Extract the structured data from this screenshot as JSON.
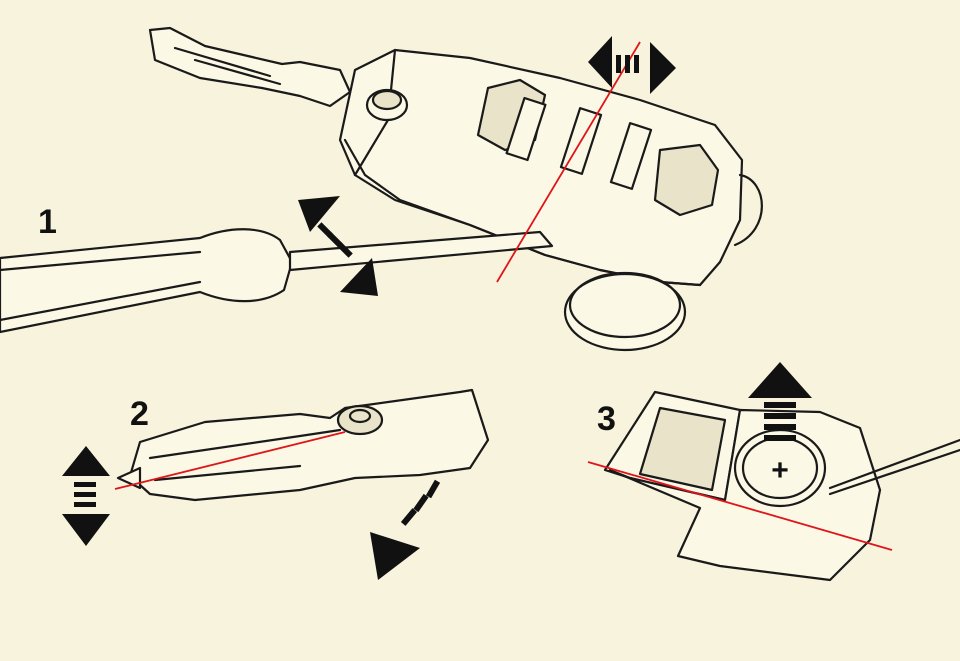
{
  "steps": [
    {
      "label": "1"
    },
    {
      "label": "2"
    },
    {
      "label": "3"
    }
  ],
  "battery_symbol": "+",
  "colors": {
    "background": "#f7f3dc",
    "line": "#1a1a1a",
    "guide_line": "#e0141a",
    "arrow": "#111111"
  }
}
